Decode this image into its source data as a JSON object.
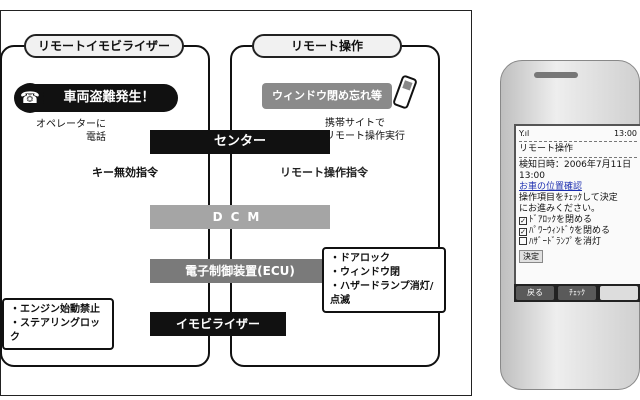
{
  "diagram": {
    "left_panel_title": "リモートイモビライザー",
    "right_panel_title": "リモート操作",
    "theft_alert": "車両盗難発生！",
    "window_alert": "ウィンドウ閉め忘れ等",
    "operator_call": [
      "オペレーターに",
      "電話"
    ],
    "mobile_site": [
      "携帯サイトで",
      "リモート操作実行"
    ],
    "center": "センター",
    "key_disable_cmd": "キー無効指令",
    "remote_cmd": "リモート操作指令",
    "dcm": "DCM",
    "ecu": "電子制御装置(ECU)",
    "immobilizer": "イモビライザー",
    "remote_actions": [
      "・ドアロック",
      "・ウィンドウ閉",
      "・ハザードランプ消灯/点滅"
    ],
    "immobilizer_actions": [
      "・エンジン始動禁止",
      "・ステアリングロック"
    ]
  },
  "phone": {
    "signal": "Y.ıl",
    "time": "13:00",
    "title": "リモート操作",
    "datetime_line1": "検知日時：2006年7月11日",
    "datetime_line2": "13:00",
    "link": "お車の位置確認",
    "instruction_line1": "操作項目をﾁｪｯｸして決定",
    "instruction_line2": "にお進みください。",
    "options": [
      {
        "label": "ﾄﾞｱﾛｯｸを閉める",
        "checked": true
      },
      {
        "label": "ﾊﾟﾜｰｳｨﾝﾄﾞｳを閉める",
        "checked": true
      },
      {
        "label": "ﾊｻﾞｰﾄﾞﾗﾝﾌﾟを消灯",
        "checked": false
      }
    ],
    "decide": "決定",
    "softkeys": [
      "戻る",
      "ﾁｪｯｸ"
    ]
  }
}
